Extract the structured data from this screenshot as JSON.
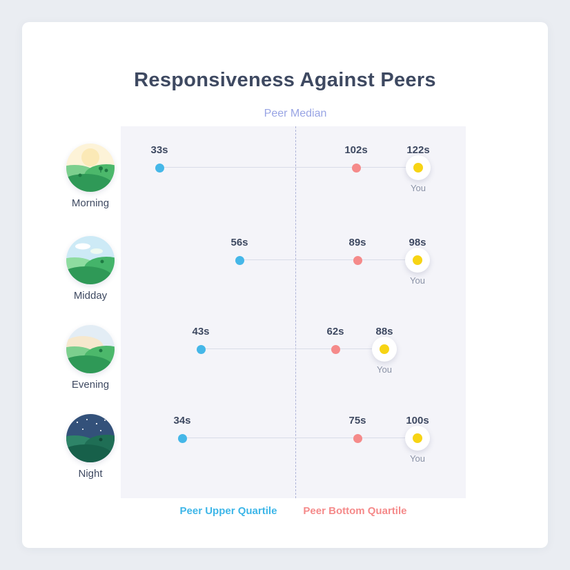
{
  "header": {
    "title": "Responsiveness Against Peers"
  },
  "chart": {
    "peer_median_label": "Peer Median",
    "you_label": "You",
    "legend": [
      {
        "label": "Peer Upper Quartile",
        "color": "#3db6e8"
      },
      {
        "label": "Peer Bottom Quartile",
        "color": "#f58a8a"
      }
    ]
  },
  "colors": {
    "title": "#3e4961",
    "upper_dot": "#45b7e8",
    "bottom_dot": "#f58a8a",
    "you_dot": "#f7d414",
    "median_label": "#98a4e4",
    "chart_bg": "#f4f4f9",
    "card_bg": "#ffffff",
    "page_bg": "#eaedf2"
  },
  "chart_data": {
    "type": "scatter",
    "title": "Responsiveness Against Peers",
    "unit": "s",
    "categories": [
      "Morning",
      "Midday",
      "Evening",
      "Night"
    ],
    "series": [
      {
        "name": "Peer Upper Quartile",
        "color": "#45b7e8",
        "values": [
          33,
          56,
          43,
          34
        ]
      },
      {
        "name": "Peer Bottom Quartile",
        "color": "#f58a8a",
        "values": [
          102,
          89,
          62,
          75
        ]
      },
      {
        "name": "You",
        "color": "#f7d414",
        "values": [
          122,
          98,
          88,
          100
        ]
      }
    ],
    "peer_median_line": true,
    "median_pos": 50.6,
    "rows": [
      {
        "label": "Morning",
        "upper": {
          "text": "33s",
          "pos": 11.2
        },
        "bottom": {
          "text": "102s",
          "pos": 68.2
        },
        "you": {
          "text": "122s",
          "pos": 86.2
        }
      },
      {
        "label": "Midday",
        "upper": {
          "text": "56s",
          "pos": 34.4
        },
        "bottom": {
          "text": "89s",
          "pos": 68.6
        },
        "you": {
          "text": "98s",
          "pos": 86.0
        }
      },
      {
        "label": "Evening",
        "upper": {
          "text": "43s",
          "pos": 23.2
        },
        "bottom": {
          "text": "62s",
          "pos": 62.2
        },
        "you": {
          "text": "88s",
          "pos": 76.4
        }
      },
      {
        "label": "Night",
        "upper": {
          "text": "34s",
          "pos": 17.8
        },
        "bottom": {
          "text": "75s",
          "pos": 68.6
        },
        "you": {
          "text": "100s",
          "pos": 86.0
        }
      }
    ],
    "legend_position": "bottom",
    "grid": false
  }
}
